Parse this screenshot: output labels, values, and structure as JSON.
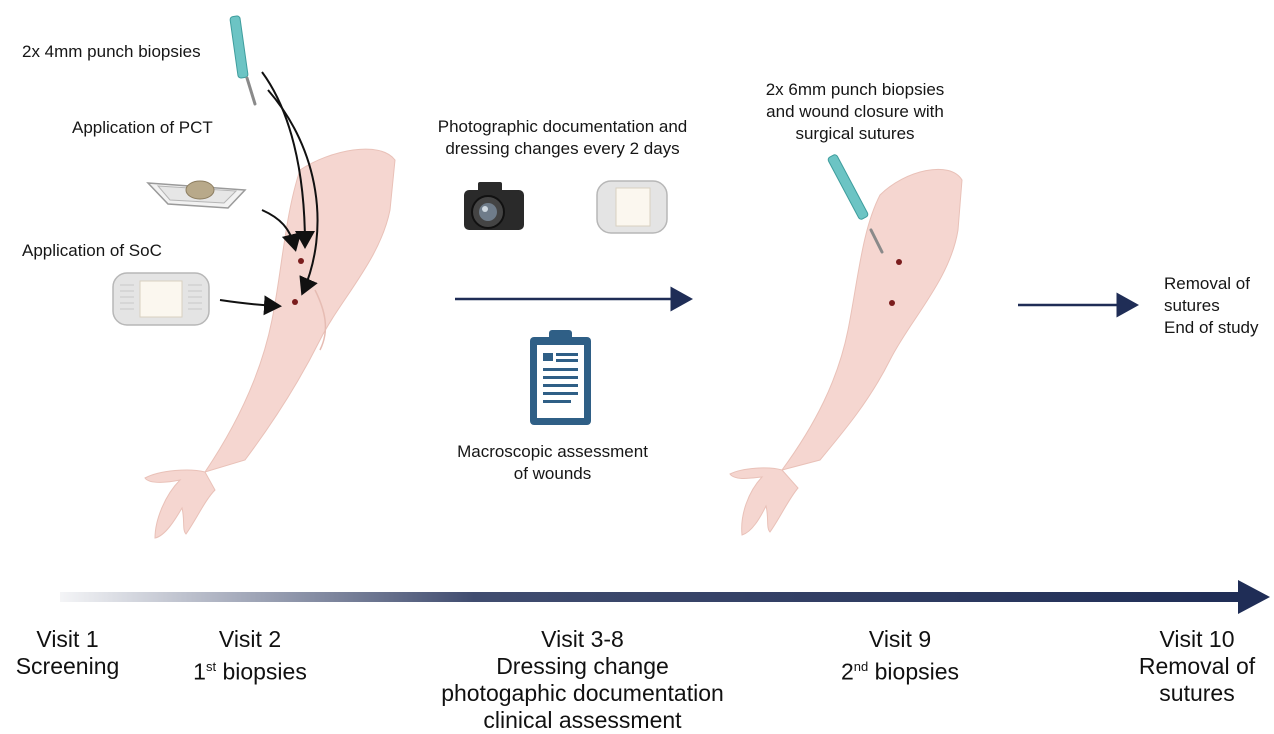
{
  "annotations": {
    "punch_4mm": "2x 4mm punch biopsies",
    "pct": "Application of PCT",
    "soc": "Application of SoC",
    "photo_line1": "Photographic documentation and",
    "photo_line2": "dressing changes every 2 days",
    "macro_line1": "Macroscopic assessment",
    "macro_line2": "of wounds",
    "punch_6mm_line1": "2x 6mm punch biopsies",
    "punch_6mm_line2": "and wound closure with",
    "punch_6mm_line3": "surgical sutures",
    "removal_line1": "Removal of",
    "removal_line2": "sutures",
    "removal_line3": "End of study"
  },
  "timeline": {
    "visit1": {
      "title": "Visit 1",
      "line1": "Screening"
    },
    "visit2": {
      "title": "Visit 2",
      "num": "1",
      "sup": "st",
      "rest": " biopsies"
    },
    "visit3": {
      "title": "Visit 3-8",
      "line1": "Dressing change",
      "line2": "photogaphic documentation",
      "line3": "clinical assessment"
    },
    "visit9": {
      "title": "Visit 9",
      "num": "2",
      "sup": "nd",
      "rest": " biopsies"
    },
    "visit10": {
      "title": "Visit 10",
      "line1": "Removal of",
      "line2": "sutures"
    }
  },
  "icons": [
    "punch-biopsy-tool",
    "pct-tray",
    "soc-dressing",
    "camera",
    "dressing",
    "clipboard",
    "arm"
  ],
  "colors": {
    "arrow": "#1f2d56",
    "skin": "#f6d8d2",
    "tool": "#6cc4c4",
    "wound": "#7a1d1d"
  }
}
